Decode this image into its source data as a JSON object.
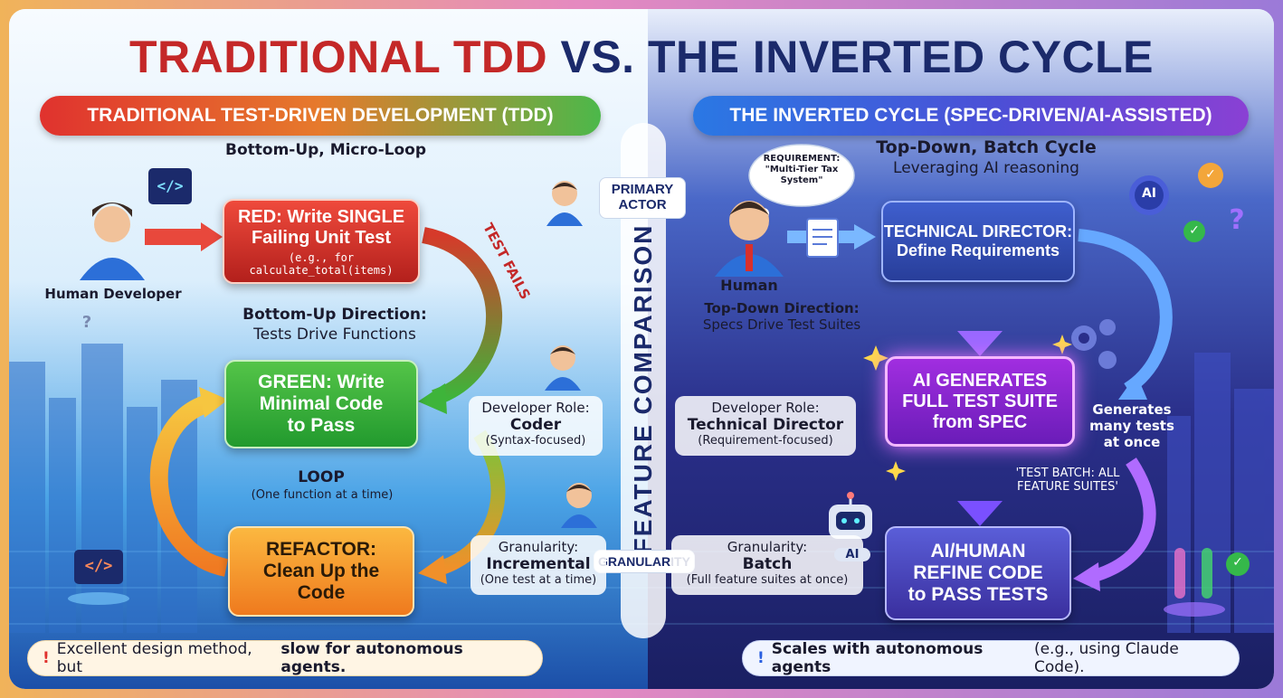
{
  "title": {
    "part1": "TRADITIONAL TDD",
    "part2": "VS. THE INVERTED CYCLE"
  },
  "left": {
    "header": "TRADITIONAL TEST-DRIVEN DEVELOPMENT (TDD)",
    "subtitle": "Bottom-Up, Micro-Loop",
    "actor_label": "Human Developer",
    "red_box": {
      "line1": "RED: Write SINGLE",
      "line2": "Failing Unit Test",
      "note": "(e.g., for calculate_total(items)"
    },
    "test_fails": "TEST FAILS",
    "direction_title": "Bottom-Up Direction:",
    "direction_text": "Tests Drive Functions",
    "green_box": {
      "line1": "GREEN: Write",
      "line2": "Minimal Code",
      "line3": "to Pass"
    },
    "loop_title": "LOOP",
    "loop_text": "(One function at a time)",
    "refactor_box": {
      "line1": "REFACTOR:",
      "line2": "Clean Up the",
      "line3": "Code"
    },
    "role_label": "Developer Role:",
    "role_value": "Coder",
    "role_note": "(Syntax-focused)",
    "gran_label": "Granularity:",
    "gran_value": "Incremental",
    "gran_note": "(One test at a time)",
    "footer_prefix": "Excellent design method, but ",
    "footer_bold": "slow for autonomous agents."
  },
  "center": {
    "vertical": "FEATURE COMPARISON",
    "primary_actor_1": "PRIMARY",
    "primary_actor_2": "ACTOR",
    "granularity": "GRANULARITY"
  },
  "right": {
    "header": "THE INVERTED CYCLE (SPEC-DRIVEN/AI-ASSISTED)",
    "subtitle": "Top-Down, Batch Cycle",
    "subtitle2": "Leveraging AI reasoning",
    "bubble_1": "REQUIREMENT:",
    "bubble_2": "\"Multi-Tier Tax",
    "bubble_3": "System\"",
    "actor_label": "Human",
    "td_box": {
      "line1": "TECHNICAL DIRECTOR:",
      "line2": "Define Requirements"
    },
    "direction_title": "Top-Down Direction:",
    "direction_text": "Specs Drive Test Suites",
    "ai_box": {
      "line1": "AI GENERATES",
      "line2": "FULL TEST SUITE",
      "line3": "from SPEC"
    },
    "generates_1": "Generates",
    "generates_2": "many tests",
    "generates_3": "at once",
    "batch_1": "'TEST BATCH: ALL",
    "batch_2": "FEATURE SUITES'",
    "refine_box": {
      "line1": "AI/HUMAN",
      "line2": "REFINE CODE",
      "line3": "to PASS TESTS"
    },
    "role_label": "Developer Role:",
    "role_value": "Technical Director",
    "role_note": "(Requirement-focused)",
    "gran_label": "Granularity:",
    "gran_value": "Batch",
    "gran_note": "(Full feature suites at once)",
    "ai_badge": "AI",
    "ai_gear": "AI",
    "footer_bold": "Scales with autonomous agents",
    "footer_suffix": " (e.g., using Claude Code)."
  },
  "icons": {
    "code_icon": "</>",
    "question": "?",
    "bang": "!",
    "check": "✓"
  },
  "colors": {
    "red": "#c42828",
    "navy": "#1b2a6b",
    "green": "#2aa33a",
    "orange": "#f28a22",
    "purple": "#8a30d8",
    "blue": "#2a5fe0"
  }
}
